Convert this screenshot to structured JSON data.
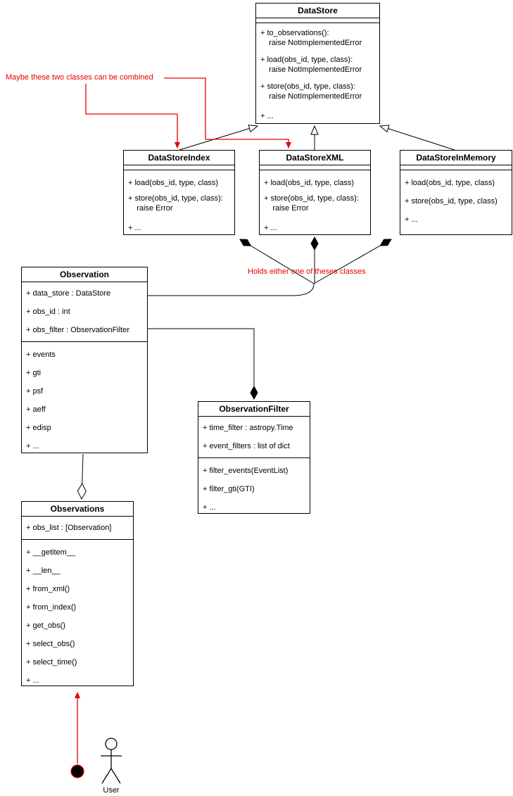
{
  "colors": {
    "annotation_red": "#e60000",
    "line_black": "#000000",
    "box_background": "#ffffff"
  },
  "annotations": {
    "combine_note": "Maybe these two classes can be combined",
    "holds_note": "Holds either one of theses classes"
  },
  "actor": {
    "label": "User"
  },
  "classes": {
    "data_store": {
      "title": "DataStore",
      "methods": [
        "+ to_observations():\n    raise NotImplementedError",
        "+ load(obs_id, type, class):\n    raise NotImplementedError",
        "+ store(obs_id, type, class):\n    raise NotImplementedError",
        "+ ..."
      ]
    },
    "data_store_index": {
      "title": "DataStoreIndex",
      "methods": [
        "+ load(obs_id, type, class)",
        "+ store(obs_id, type, class):\n    raise Error",
        "+ ..."
      ]
    },
    "data_store_xml": {
      "title": "DataStoreXML",
      "methods": [
        "+ load(obs_id, type, class)",
        "+ store(obs_id, type, class):\n    raise Error",
        "+ ..."
      ]
    },
    "data_store_in_memory": {
      "title": "DataStoreInMemory",
      "methods": [
        "+ load(obs_id, type, class)",
        "+ store(obs_id, type, class)",
        "+ ..."
      ]
    },
    "observation": {
      "title": "Observation",
      "attributes": [
        "+ data_store : DataStore",
        "+ obs_id : int",
        "+ obs_filter : ObservationFilter"
      ],
      "methods": [
        "+ events",
        "+ gti",
        "+ psf",
        "+ aeff",
        "+ edisp",
        "+ ..."
      ]
    },
    "observation_filter": {
      "title": "ObservationFilter",
      "attributes": [
        "+ time_filter : astropy.Time",
        "+ event_filters : list of dict"
      ],
      "methods": [
        "+ filter_events(EventList)",
        "+ filter_gti(GTI)",
        "+ ..."
      ]
    },
    "observations": {
      "title": "Observations",
      "attributes": [
        "+ obs_list : [Observation]"
      ],
      "methods": [
        "+ __getitem__",
        "+ __len__",
        "+ from_xml()",
        "+ from_index()",
        "+ get_obs()",
        "+ select_obs()",
        "+ select_time()",
        "+ ..."
      ]
    }
  }
}
